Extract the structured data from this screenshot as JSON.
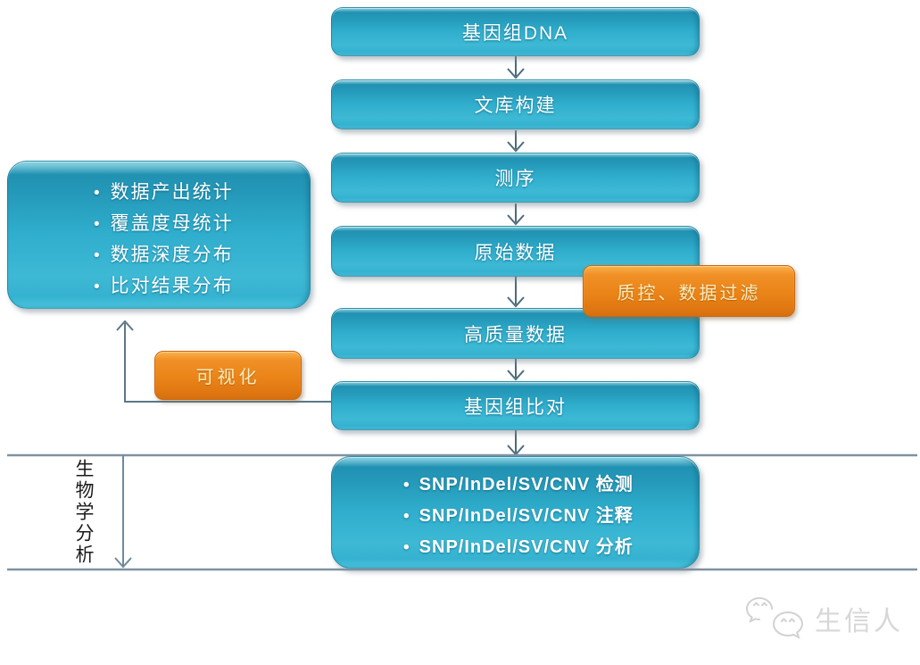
{
  "diagram": {
    "bullet_char": "•",
    "flow_boxes": [
      {
        "label": "基因组DNA"
      },
      {
        "label": "文库构建"
      },
      {
        "label": "测序"
      },
      {
        "label": "原始数据"
      },
      {
        "label": "高质量数据"
      },
      {
        "label": "基因组比对"
      }
    ],
    "stats_box": {
      "items": [
        "数据产出统计",
        "覆盖度母统计",
        "数据深度分布",
        "比对结果分布"
      ]
    },
    "qc_box": {
      "label": "质控、数据过滤"
    },
    "viz_box": {
      "label": "可视化"
    },
    "analysis_box": {
      "items": [
        "SNP/InDel/SV/CNV 检测",
        "SNP/InDel/SV/CNV 注释",
        "SNP/InDel/SV/CNV 分析"
      ]
    },
    "bio_section": {
      "label": "生物学分析"
    },
    "watermark": {
      "label": "生信人"
    },
    "colors": {
      "teal": "#2BA9C9",
      "orange": "#EC8A1C",
      "line_gray": "#7E93A4",
      "arrow_slate": "#4C6B7B"
    }
  }
}
